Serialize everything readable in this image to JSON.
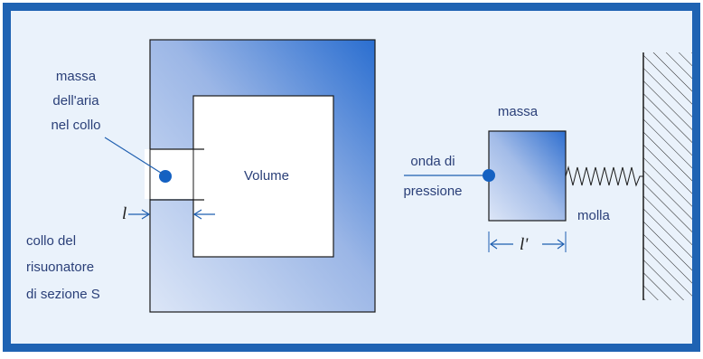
{
  "colors": {
    "frame": "#1f63b3",
    "background": "#eaf2fb",
    "gradient_light": "#cfdcf4",
    "gradient_dark": "#2a6ed0",
    "outline": "#1a1a1a",
    "dot": "#1461c2",
    "label_text": "#2a3f78"
  },
  "resonator": {
    "neck_mass_label_line1": "massa",
    "neck_mass_label_line2": "dell'aria",
    "neck_mass_label_line3": "nel collo",
    "volume_label": "Volume",
    "neck_length_symbol": "l",
    "neck_label_line1": "collo del",
    "neck_label_line2": "risuonatore",
    "neck_label_line3": "di sezione S"
  },
  "mechanical_analog": {
    "mass_label": "massa",
    "pressure_label_line1": "onda di",
    "pressure_label_line2": "pressione",
    "spring_label": "molla",
    "length_symbol": "l'"
  }
}
